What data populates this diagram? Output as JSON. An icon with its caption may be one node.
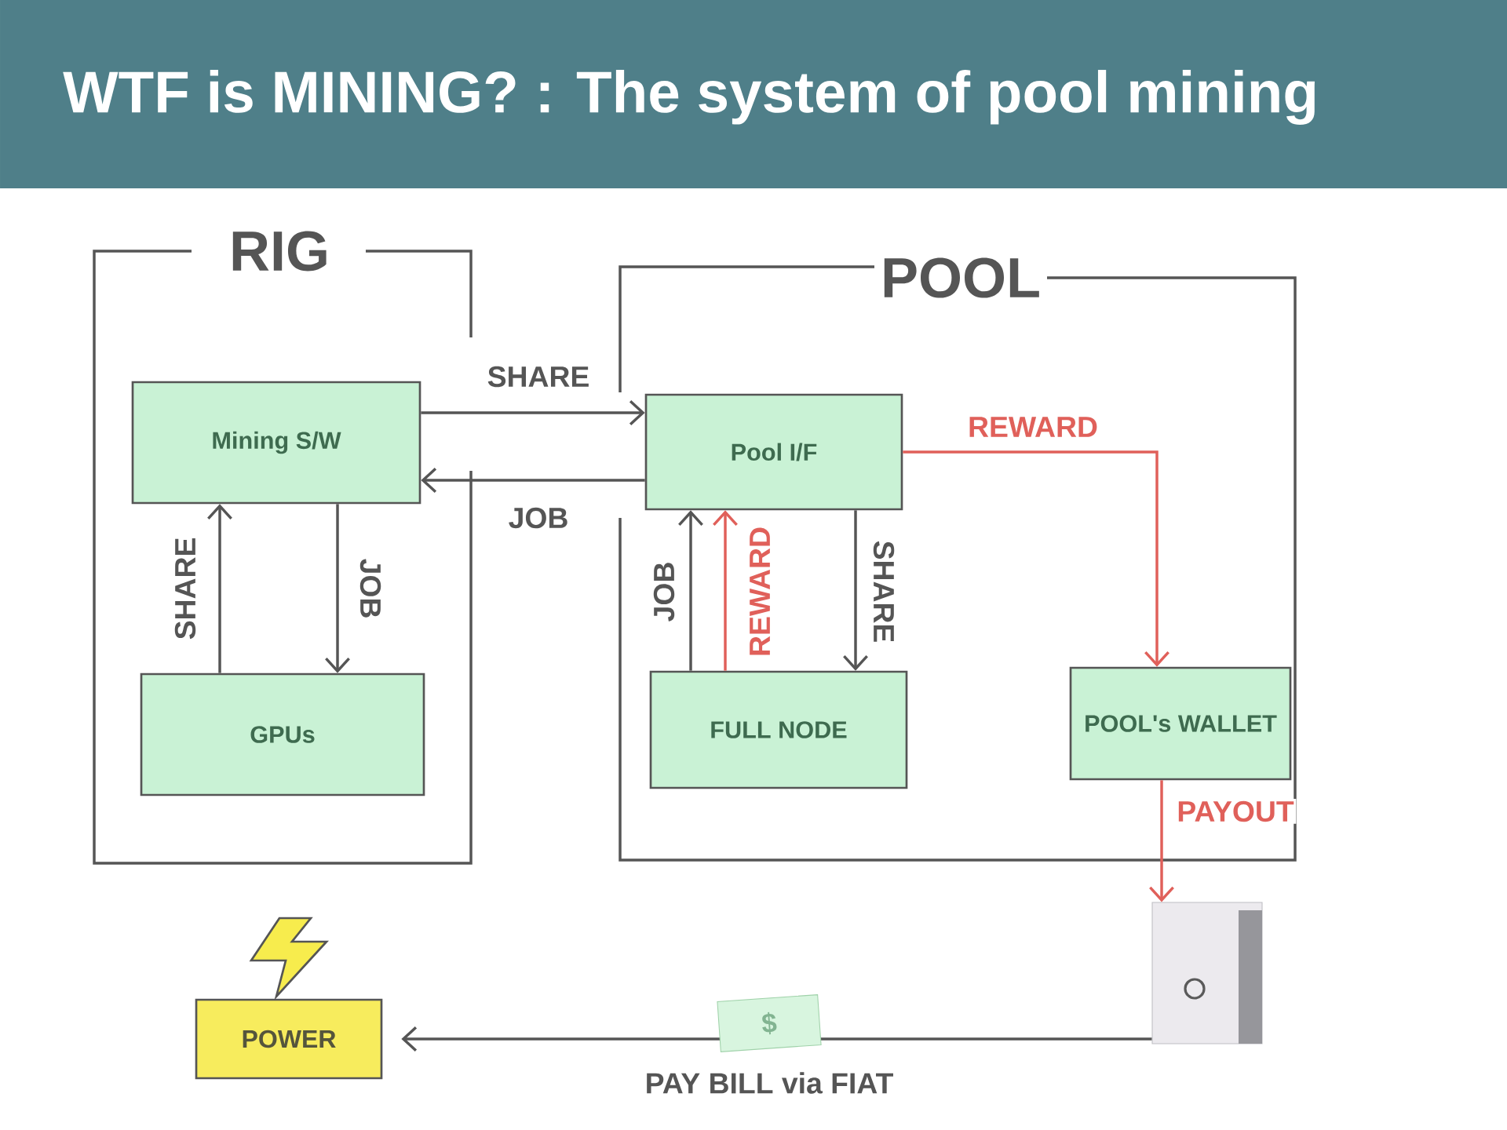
{
  "diagram": {
    "title": "WTF is MINING? : The system of pool mining",
    "nodes": [
      {
        "text": [
          "RIG"
        ]
      },
      {
        "text": [
          "Mining S/W"
        ],
        "in": 0
      },
      {
        "text": [
          "GPUs"
        ],
        "in": 0
      },
      {
        "text": [
          "POOL"
        ]
      },
      {
        "text": [
          "Pool I/F"
        ],
        "in": 3
      },
      {
        "text": [
          "FULL NODE"
        ],
        "in": 3
      },
      {
        "text": [
          "POOL's WALLET"
        ],
        "in": 3
      },
      {
        "text": [],
        "shape": "box"
      },
      {
        "text": [
          "POWER"
        ]
      }
    ],
    "edges": [
      {
        "from": 1,
        "to": 4,
        "arrow": "to",
        "label": "SHARE"
      },
      {
        "from": 4,
        "to": 1,
        "arrow": "to",
        "label": "JOB"
      },
      {
        "from": 2,
        "to": 1,
        "arrow": "to",
        "label": "SHARE"
      },
      {
        "from": 1,
        "to": 2,
        "arrow": "to",
        "label": "JOB"
      },
      {
        "from": 5,
        "to": 4,
        "arrow": "to",
        "label": "JOB"
      },
      {
        "from": 5,
        "to": 4,
        "arrow": "to",
        "label": "REWARD",
        "color": "#e0605a"
      },
      {
        "from": 4,
        "to": 5,
        "arrow": "to",
        "label": "SHARE"
      },
      {
        "from": 4,
        "to": 6,
        "arrow": "to",
        "label": "REWARD",
        "color": "#e0605a"
      },
      {
        "from": 6,
        "to": 7,
        "arrow": "to",
        "label": "PAYOUT",
        "color": "#e0605a"
      },
      {
        "from": 7,
        "to": 8,
        "arrow": "to",
        "label": "PAY BILL via FIAT"
      }
    ],
    "labels": [
      "$"
    ]
  }
}
